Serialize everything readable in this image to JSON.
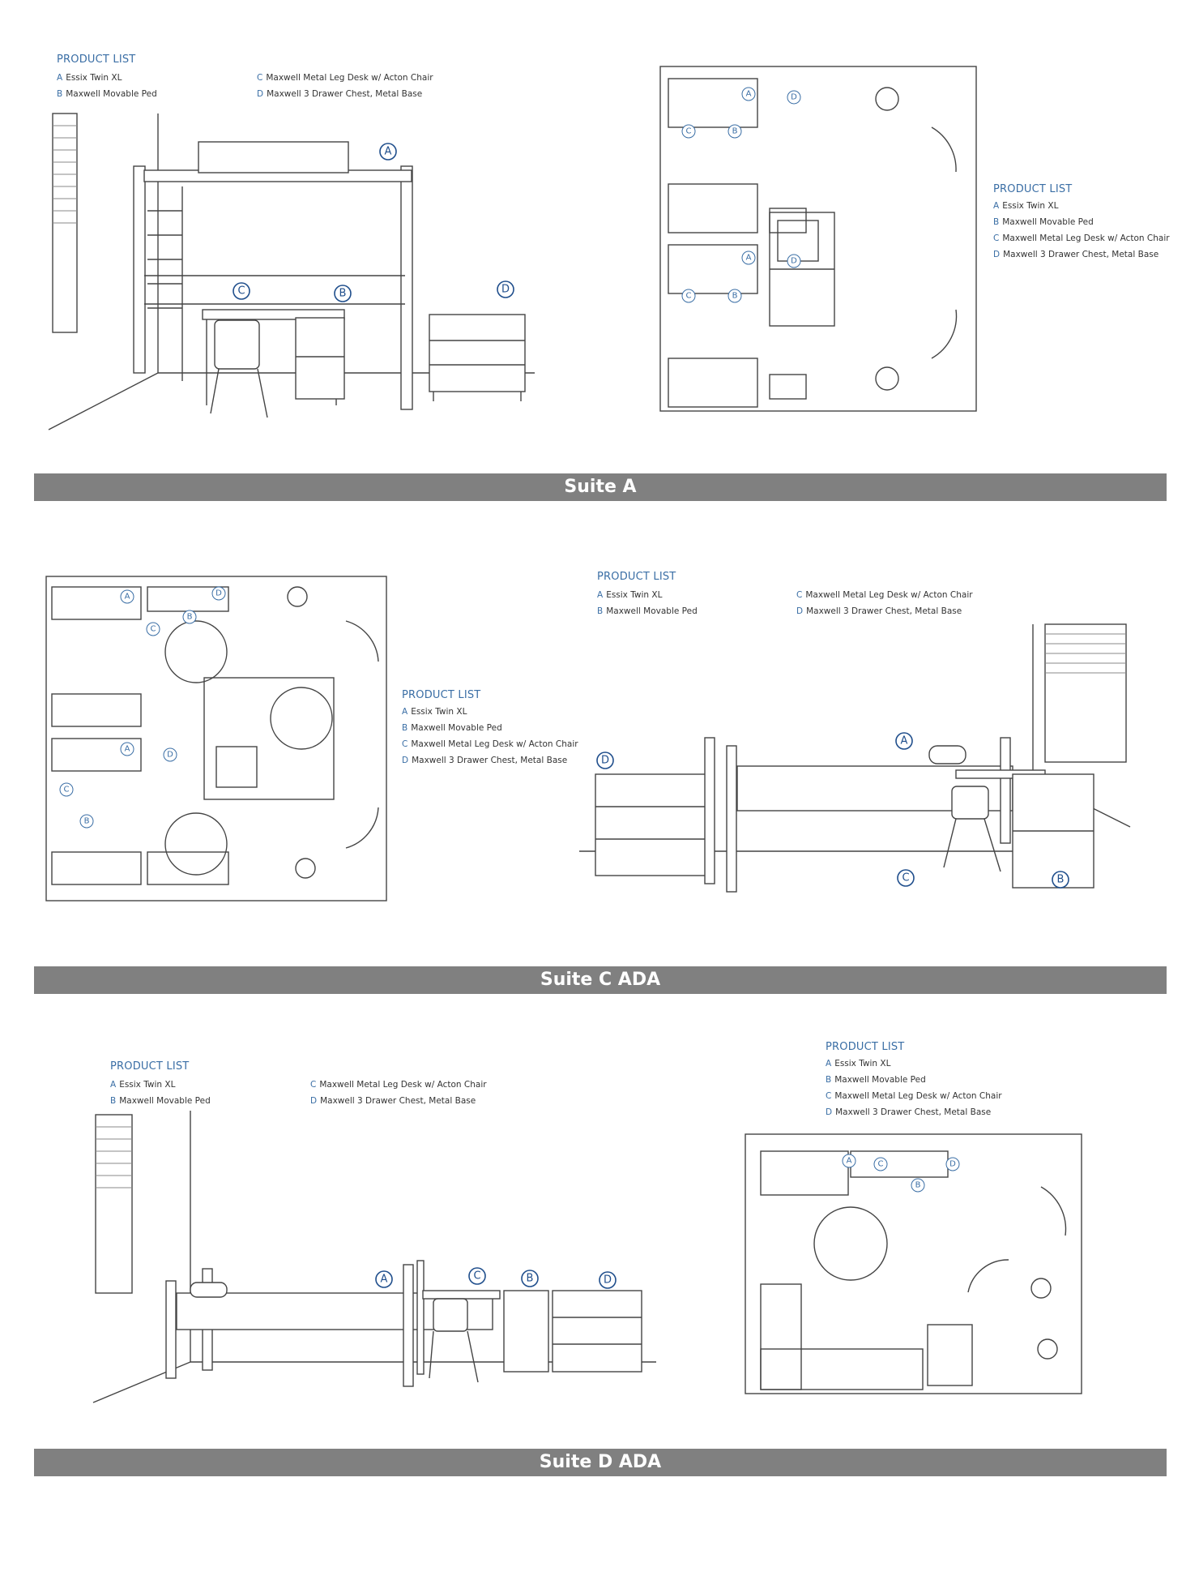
{
  "product_list": {
    "heading": "PRODUCT LIST",
    "items": [
      {
        "letter": "A",
        "name": "Essix Twin XL"
      },
      {
        "letter": "B",
        "name": "Maxwell Movable Ped"
      },
      {
        "letter": "C",
        "name": "Maxwell Metal Leg Desk w/ Acton Chair"
      },
      {
        "letter": "D",
        "name": "Maxwell 3 Drawer Chest, Metal Base"
      }
    ]
  },
  "callouts": [
    "A",
    "B",
    "C",
    "D"
  ],
  "sections": [
    {
      "title": "Suite A"
    },
    {
      "title": "Suite C ADA"
    },
    {
      "title": "Suite D ADA"
    }
  ],
  "colors": {
    "accent": "#3a6ea5",
    "band": "#808080"
  }
}
